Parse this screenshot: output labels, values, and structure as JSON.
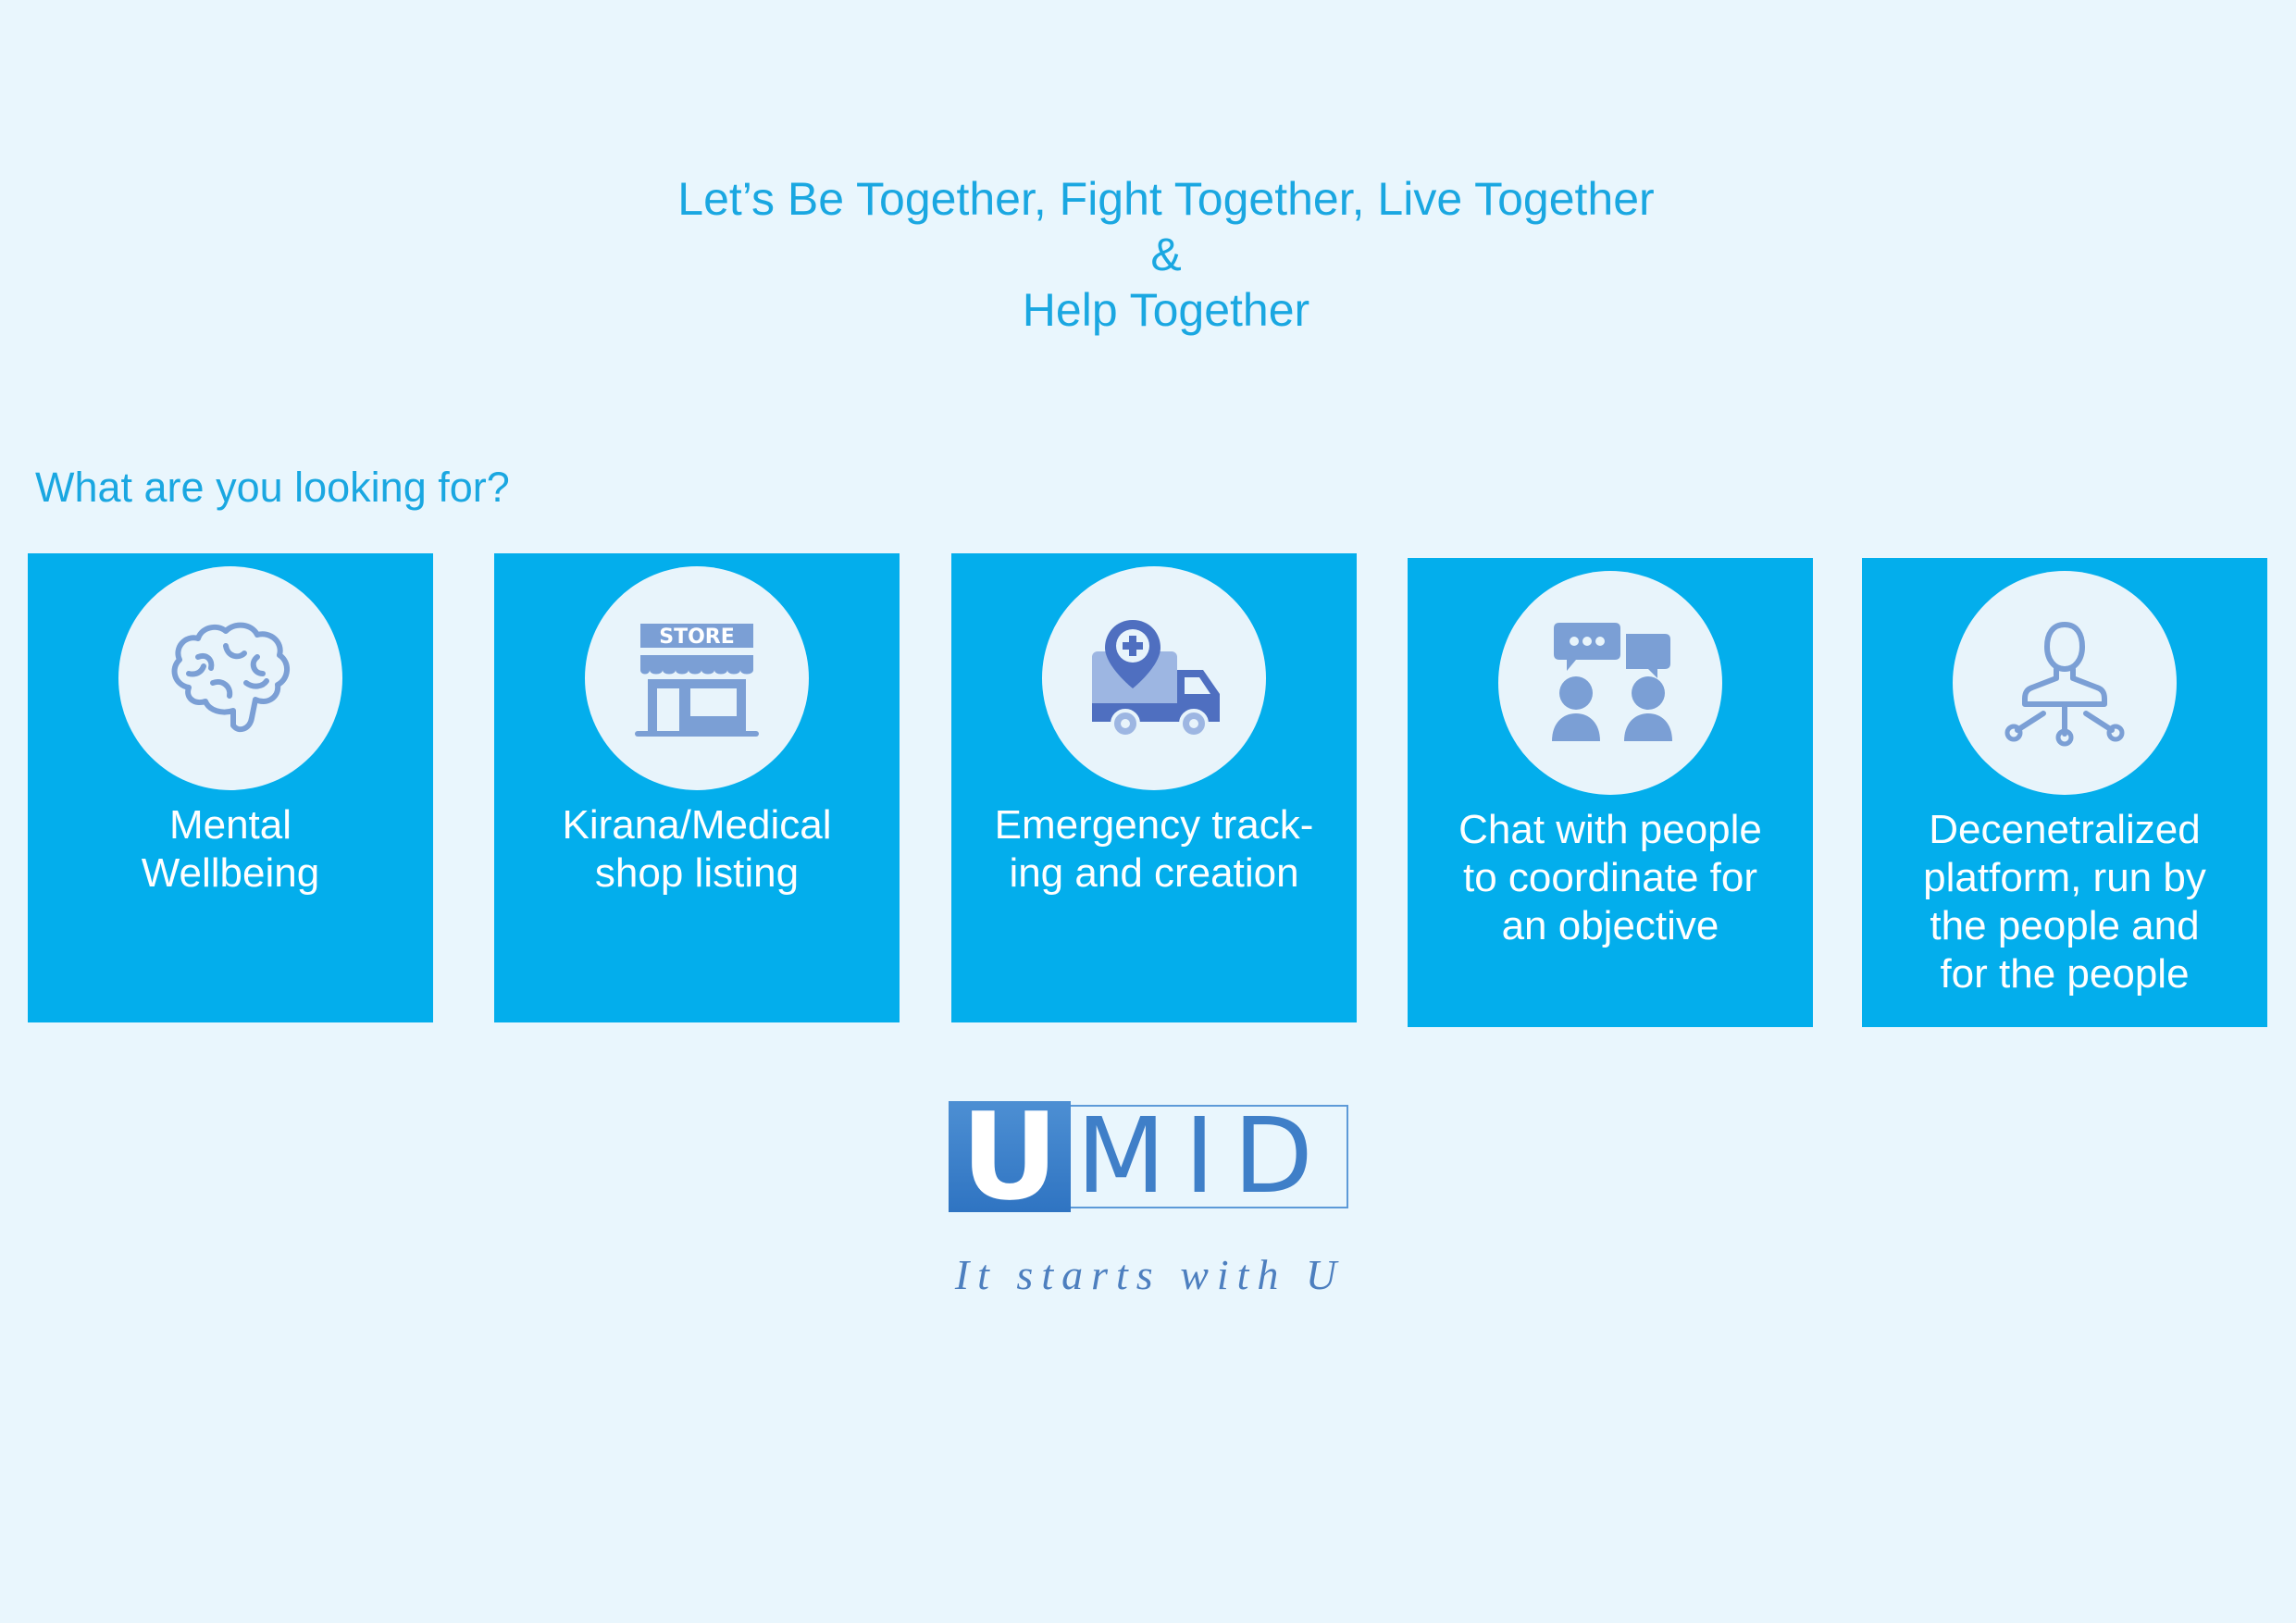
{
  "headline": {
    "line1": "Let’s Be Together, Fight Together, Live Together",
    "line2": "&",
    "line3": "Help Together"
  },
  "question": "What are you looking for?",
  "cards": [
    {
      "label": "Mental Wellbeing",
      "icon": "brain-icon"
    },
    {
      "label": "Kirana/Medical shop listing",
      "icon": "store-icon",
      "icon_text": "STORE"
    },
    {
      "label": "Emergency tracking and creation",
      "label_line1": "Emergency track-",
      "label_line2": "ing and creation",
      "icon": "ambulance-truck-icon"
    },
    {
      "label": "Chat with people to coordinate for an objective",
      "icon": "people-chat-icon"
    },
    {
      "label": "Decenetralized platform, run by the people and for the people",
      "icon": "user-network-icon"
    }
  ],
  "logo": {
    "first_letter": "U",
    "rest": "MID"
  },
  "tagline": "It starts with U",
  "colors": {
    "background": "#e9f6fd",
    "card": "#03aeec",
    "heading": "#1aa7e1",
    "icon": "#7b9fd5",
    "logo_blue": "#3f7fc8"
  }
}
